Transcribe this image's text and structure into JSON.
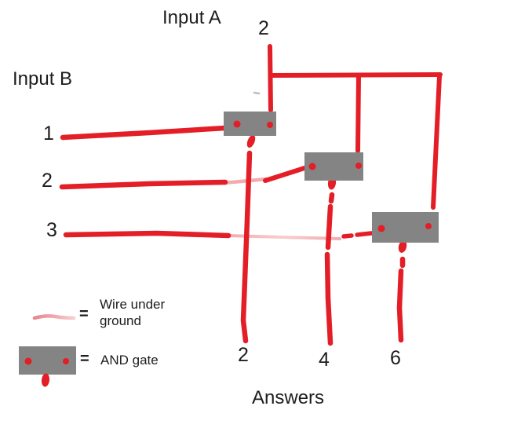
{
  "colors": {
    "background": "#ffffff",
    "ink": "#1d1d1d",
    "wire": "#e41e26",
    "wire-faded": "#f2abb0",
    "wire-faded-dark": "#e9858e",
    "wire-faded-light": "#f8cdd0",
    "gate": "#848484",
    "smudge": "#bdbdbd"
  },
  "header": {
    "input_a_label": "Input A",
    "input_a_value": "2"
  },
  "inputs_b": {
    "label": "Input B",
    "rows": [
      "1",
      "2",
      "3"
    ]
  },
  "answers": {
    "title": "Answers",
    "values": [
      "2",
      "4",
      "6"
    ]
  },
  "legend": {
    "equals": "=",
    "wire_under": {
      "line1": "Wire under",
      "line2": "ground"
    },
    "and_gate_label": "AND gate"
  }
}
